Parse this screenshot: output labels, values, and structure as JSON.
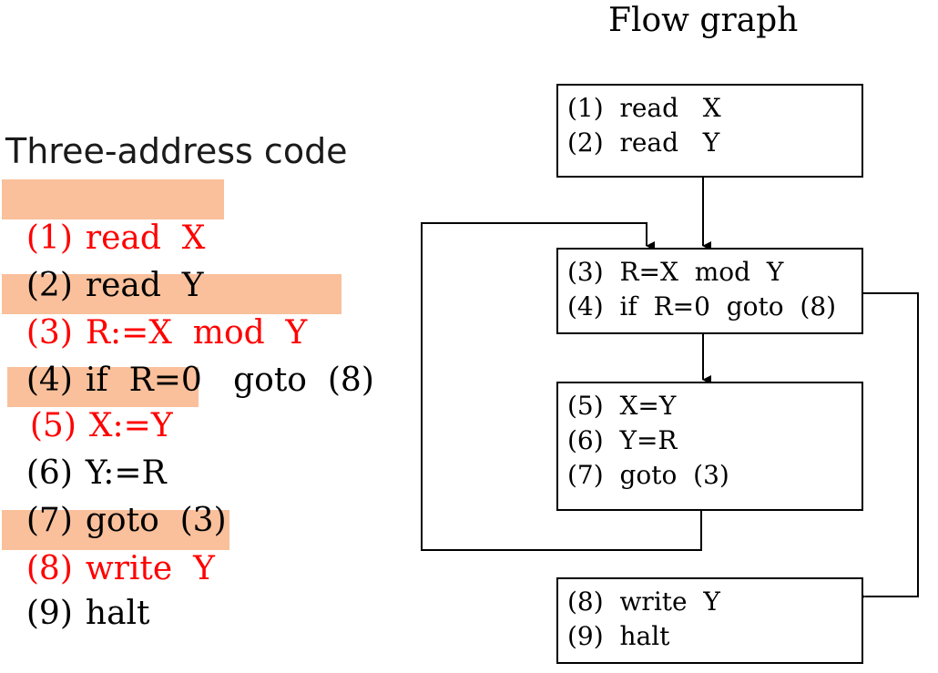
{
  "code": {
    "title": "Three-address code",
    "lines": [
      {
        "num": "(1)",
        "text": "read  X",
        "highlight": true
      },
      {
        "num": "(2)",
        "text": "read  Y",
        "highlight": false
      },
      {
        "num": "(3)",
        "text": "R:=X  mod  Y",
        "highlight": true
      },
      {
        "num": "(4)",
        "text": "if  R=0   goto  (8)",
        "highlight": false
      },
      {
        "num": "(5)",
        "text": "X:=Y",
        "highlight": true
      },
      {
        "num": "(6)",
        "text": "Y:=R",
        "highlight": false
      },
      {
        "num": "(7)",
        "text": "goto  (3)",
        "highlight": false
      },
      {
        "num": "(8)",
        "text": "write  Y",
        "highlight": true
      },
      {
        "num": "(9)",
        "text": "halt",
        "highlight": false
      }
    ],
    "highlight_color": "#f9c09b",
    "highlight_text_color": "#ff0000"
  },
  "flow": {
    "title": "Flow graph",
    "blocks": [
      {
        "id": "b1",
        "rows": [
          "(1)  read   X",
          "(2)  read   Y"
        ]
      },
      {
        "id": "b2",
        "rows": [
          "(3)  R=X  mod  Y",
          "(4)  if  R=0  goto  (8)"
        ]
      },
      {
        "id": "b3",
        "rows": [
          "(5)  X=Y",
          "(6)  Y=R",
          "(7)  goto  (3)"
        ]
      },
      {
        "id": "b4",
        "rows": [
          "(8)  write  Y",
          "(9)  halt"
        ]
      }
    ]
  }
}
